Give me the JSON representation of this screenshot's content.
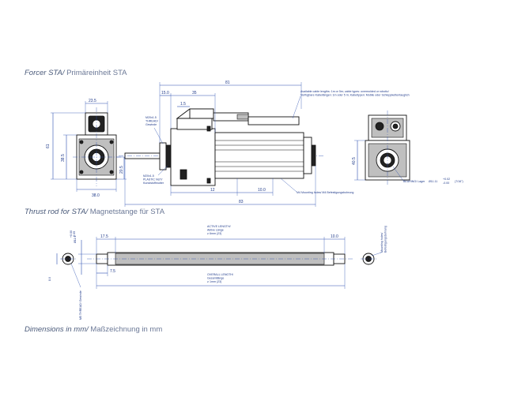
{
  "headings": {
    "forcer": {
      "en": "Forcer STA/",
      "de": " Primäreinheit STA"
    },
    "thrust_rod": {
      "en": "Thrust rod for STA/",
      "de": " Magnetstange für STA"
    },
    "dimensions": {
      "en": "Dimensions in mm/",
      "de": " Maßzeichnung in mm"
    }
  },
  "forcer_front": {
    "width_top": "23.5",
    "height_total": "61",
    "height_mid": "38.5",
    "height_lower": "20.5",
    "base_width": "38.0"
  },
  "forcer_side": {
    "overall_length": "81",
    "flange_offset": "15.0",
    "body_segment": "35",
    "thread_step": "1.5",
    "thread_top_label": "M20x1.5\nTHREAD/\nGewinde",
    "thread_bottom_label": "M20x1.5\nPLASTIC NUT/\nKunststoffmutter",
    "len_12": "12",
    "len_10": "10.0",
    "full_length": "83",
    "cable_note": "Available cable lengths: 1m or 5m; cable types: overmolded or robotic/\nVerfügbare Kabellängen: 1m oder 5 m; Kabeltypen: Mobile oder Schleppkettentauglich",
    "mounting_note": "M4 Mounting holes/ M4 Befestigungsbohrung"
  },
  "forcer_right": {
    "height": "40.5",
    "bearing_label": "BEARING/ Lager",
    "bore": "Ø11.11",
    "tolerance_plus": "+0.02",
    "tolerance_minus": "-0.00",
    "inch": "(7/16\")"
  },
  "thrust_rod": {
    "rod_dia": "Ø11.1",
    "rod_dia_tol": "+0.00\n-0.05",
    "end_offset": "17.5",
    "active_length_label": "ACTIVE LENGTH/\nAktive Länge\n≥ 6mm (23)",
    "end_right": "10.0",
    "left_step": "7.5",
    "overall_length_label": "OVERALL LENGTH/\nGesamtlänge\n≥ 1mm (23)",
    "left_height": "8.0",
    "thread_label": "M5 THREAD/ Gewinde",
    "mount_label": "Mounting holes/\nBefestigungsbohrung"
  }
}
